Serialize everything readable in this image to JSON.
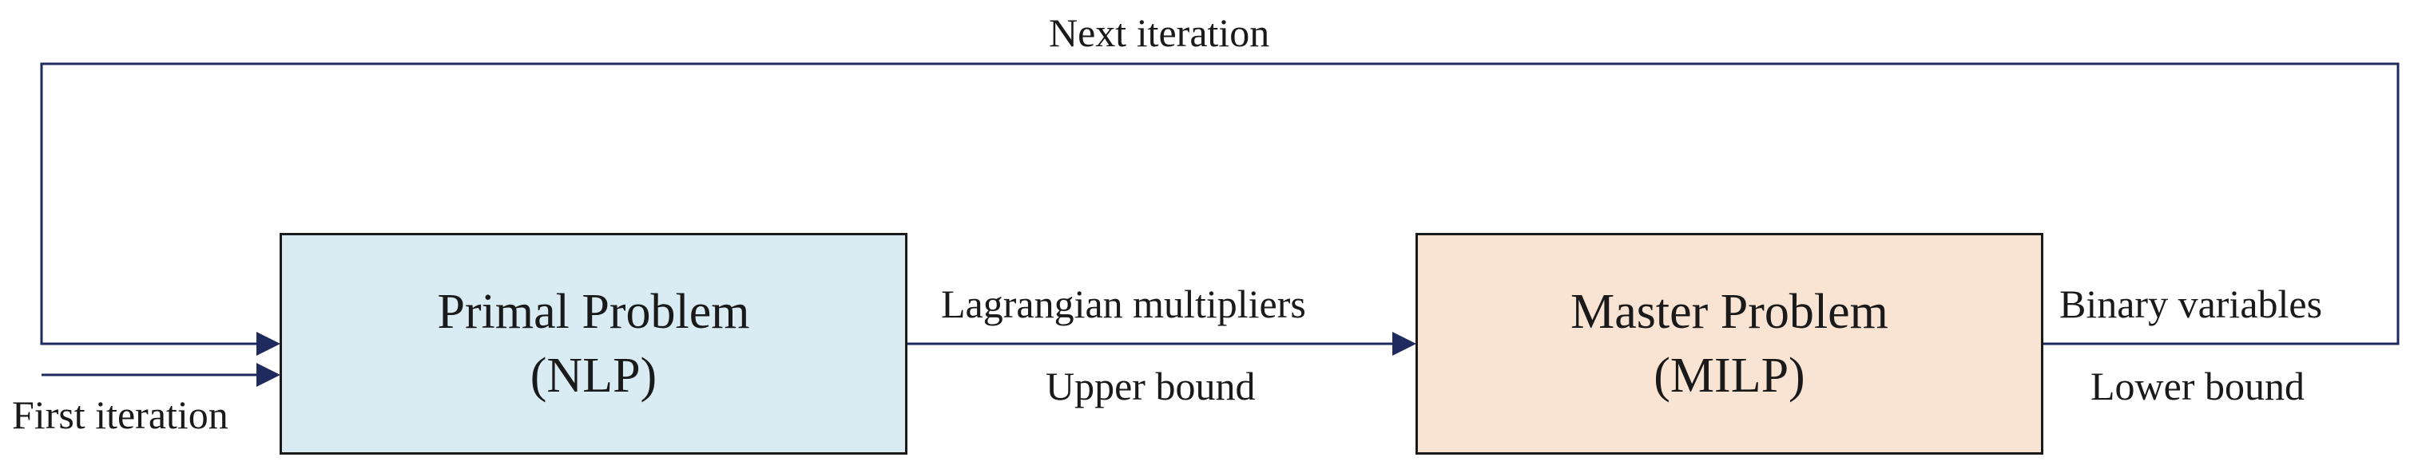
{
  "colors": {
    "arrow": "#1f2a5e",
    "border": "#1a1a1a",
    "text": "#1a1a1a",
    "primal_fill": "#daecf3",
    "master_fill": "#f9e4d4"
  },
  "primal_box": {
    "title": "Primal Problem",
    "subtitle": "(NLP)"
  },
  "master_box": {
    "title": "Master Problem",
    "subtitle": "(MILP)"
  },
  "labels": {
    "next_iteration": "Next iteration",
    "first_iteration": "First iteration",
    "lagrangian": "Lagrangian multipliers",
    "upper_bound": "Upper bound",
    "binary": "Binary variables",
    "lower_bound": "Lower bound"
  }
}
